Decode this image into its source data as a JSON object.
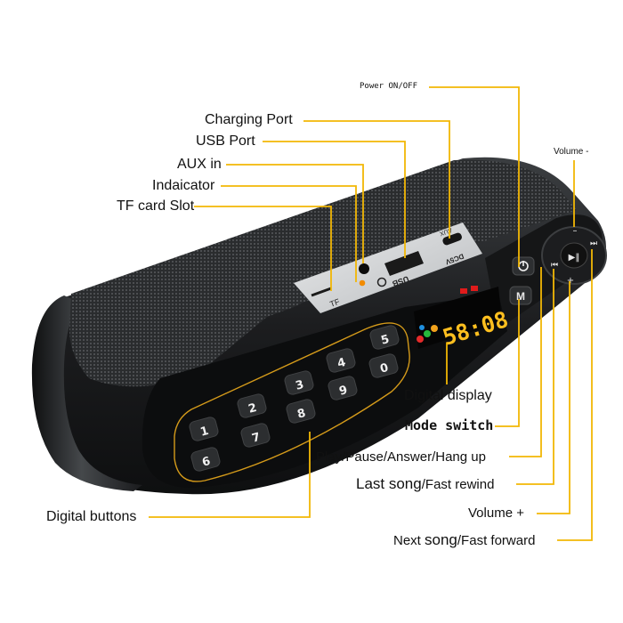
{
  "labels": {
    "power": "Power ON/OFF",
    "volume_minus": "Volume -",
    "charging_port": "Charging Port",
    "usb_port": "USB Port",
    "aux_in": "AUX in",
    "indicator": "Indaicator",
    "tf_card_slot": "TF card Slot",
    "digital_display": "Digital display",
    "mode_switch": "Mode switch",
    "play_pause": "Play/Pause/Answer/Hang up",
    "last_song_main": "Last song",
    "last_song_sub": "/Fast rewind",
    "volume_plus": "Volume +",
    "next_song_prefix": "Next ",
    "next_song_main": "song",
    "next_song_sub": "/Fast forward",
    "digital_buttons": "Digital buttons"
  },
  "device": {
    "port_labels": {
      "tf": "TF",
      "usb": "USB",
      "dc": "DC5V",
      "aux": "AUX"
    },
    "display_value": "58:08",
    "keypad_keys": [
      "1",
      "2",
      "3",
      "4",
      "5",
      "6",
      "7",
      "8",
      "9",
      "0"
    ]
  },
  "colors": {
    "callout_line": "#f2b705",
    "display_digit": "#ffbf1f",
    "keypad_outline": "#d49a1a",
    "body_dark": "#202224",
    "grille": "#3a3d40"
  }
}
